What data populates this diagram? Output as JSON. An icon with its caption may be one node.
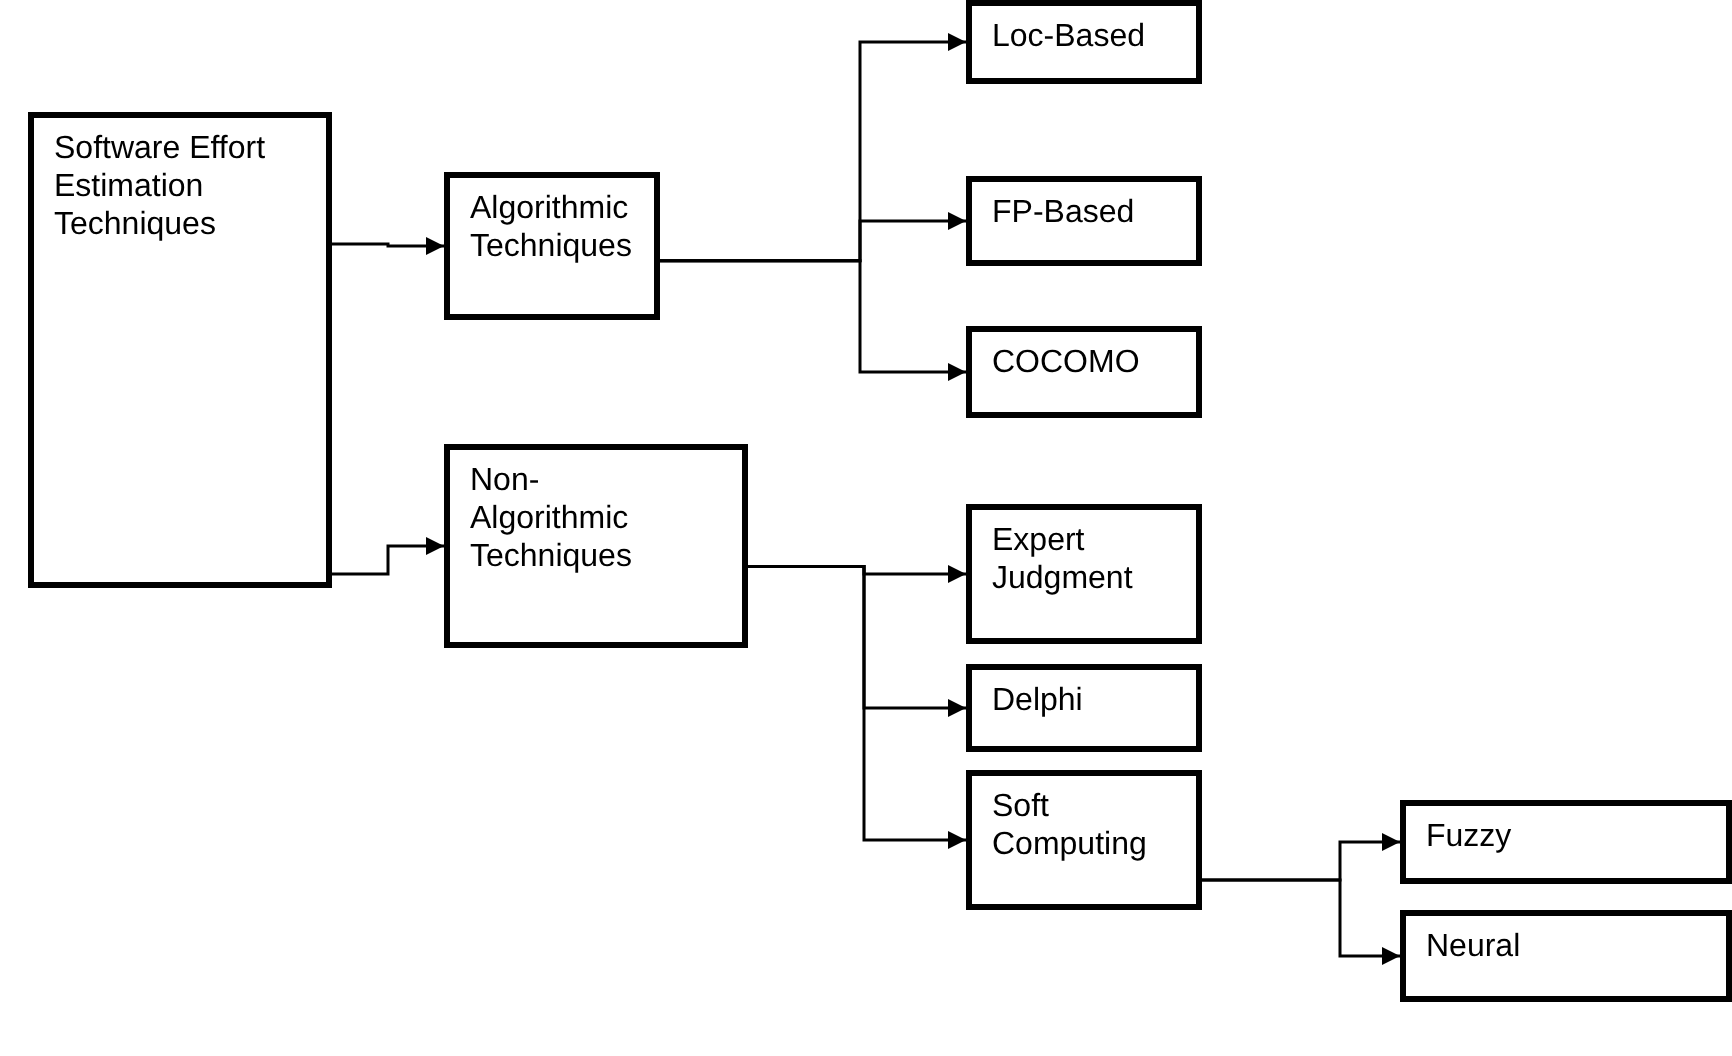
{
  "diagram": {
    "nodes": [
      {
        "text": [
          "Software Effort Estimation Techniques"
        ]
      },
      {
        "text": [
          "Algorithmic Techniques"
        ]
      },
      {
        "text": [
          "Loc-Based"
        ]
      },
      {
        "text": [
          "FP-Based"
        ]
      },
      {
        "text": [
          "COCOMO"
        ]
      },
      {
        "text": [
          "Non- Algorithmic Techniques"
        ]
      },
      {
        "text": [
          "Expert Judgment"
        ]
      },
      {
        "text": [
          "Delphi"
        ]
      },
      {
        "text": [
          "Soft Computing"
        ]
      },
      {
        "text": [
          "Fuzzy"
        ]
      },
      {
        "text": [
          "Neural"
        ]
      }
    ],
    "edges": [
      {
        "from": 0,
        "to": 1,
        "arrow": "to"
      },
      {
        "from": 0,
        "to": 5,
        "arrow": "to"
      },
      {
        "from": 1,
        "to": 2,
        "arrow": "to"
      },
      {
        "from": 1,
        "to": 3,
        "arrow": "to"
      },
      {
        "from": 1,
        "to": 4,
        "arrow": "to"
      },
      {
        "from": 5,
        "to": 6,
        "arrow": "to"
      },
      {
        "from": 5,
        "to": 7,
        "arrow": "to"
      },
      {
        "from": 5,
        "to": 8,
        "arrow": "to"
      },
      {
        "from": 8,
        "to": 9,
        "arrow": "to"
      },
      {
        "from": 8,
        "to": 10,
        "arrow": "to"
      }
    ]
  }
}
